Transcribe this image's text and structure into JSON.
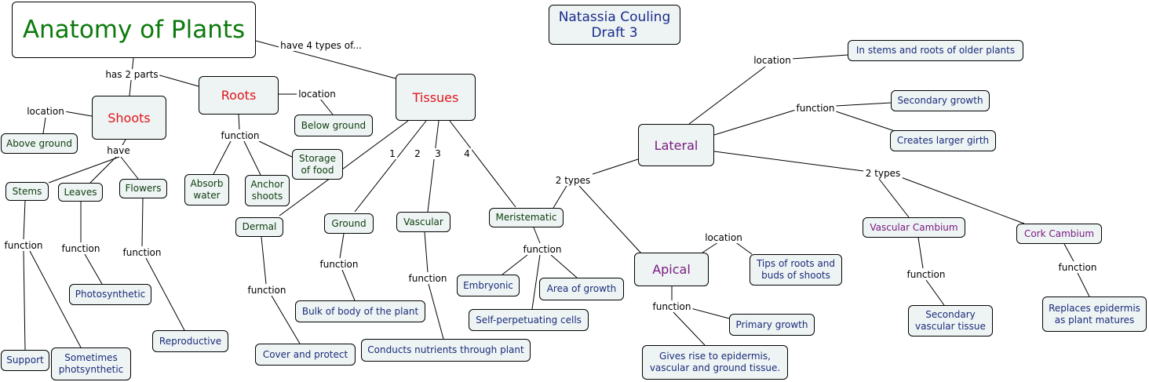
{
  "diagram": {
    "nodes": {
      "title": "Anatomy of Plants",
      "author": "Natassia Couling\nDraft 3",
      "shoots": "Shoots",
      "roots": "Roots",
      "tissues": "Tissues",
      "above_ground": "Above ground",
      "below_ground": "Below ground",
      "storage_food": "Storage\nof food",
      "absorb_water": "Absorb\nwater",
      "anchor_shoots": "Anchor\nshoots",
      "stems": "Stems",
      "leaves": "Leaves",
      "flowers": "Flowers",
      "photosynthetic": "Photosynthetic",
      "reproductive": "Reproductive",
      "support": "Support",
      "sometimes_photosynthetic": "Sometimes\nphotsynthetic",
      "dermal": "Dermal",
      "ground": "Ground",
      "vascular": "Vascular",
      "meristematic": "Meristematic",
      "cover_protect": "Cover and protect",
      "bulk_body": "Bulk of body of the plant",
      "conducts_nutrients": "Conducts nutrients through plant",
      "embryonic": "Embryonic",
      "area_growth": "Area of growth",
      "self_perpetuating": "Self-perpetuating cells",
      "lateral": "Lateral",
      "apical": "Apical",
      "older_plants": "In stems and roots of older plants",
      "secondary_growth": "Secondary growth",
      "larger_girth": "Creates larger girth",
      "tips_roots": "Tips of roots and\nbuds of shoots",
      "primary_growth": "Primary growth",
      "gives_rise": "Gives rise to epidermis,\nvascular and ground tissue.",
      "vascular_cambium": "Vascular Cambium",
      "cork_cambium": "Cork Cambium",
      "secondary_vascular": "Secondary\nvascular tissue",
      "replaces_epidermis": "Replaces epidermis\nas plant matures"
    },
    "links": {
      "have_4_types": "have 4 types of...",
      "has_2_parts": "has 2 parts",
      "shoots_location": "location",
      "shoots_have": "have",
      "roots_location": "location",
      "roots_function": "function",
      "stems_function": "function",
      "leaves_function": "function",
      "flowers_function": "function",
      "num_1": "1",
      "num_2": "2",
      "num_3": "3",
      "num_4": "4",
      "dermal_function": "function",
      "ground_function": "function",
      "vascular_function": "function",
      "merist_function": "function",
      "merist_2types": "2 types",
      "lateral_location": "location",
      "lateral_function": "function",
      "lateral_2types": "2 types",
      "apical_location": "location",
      "apical_function": "function",
      "vc_function": "function",
      "cc_function": "function"
    }
  }
}
